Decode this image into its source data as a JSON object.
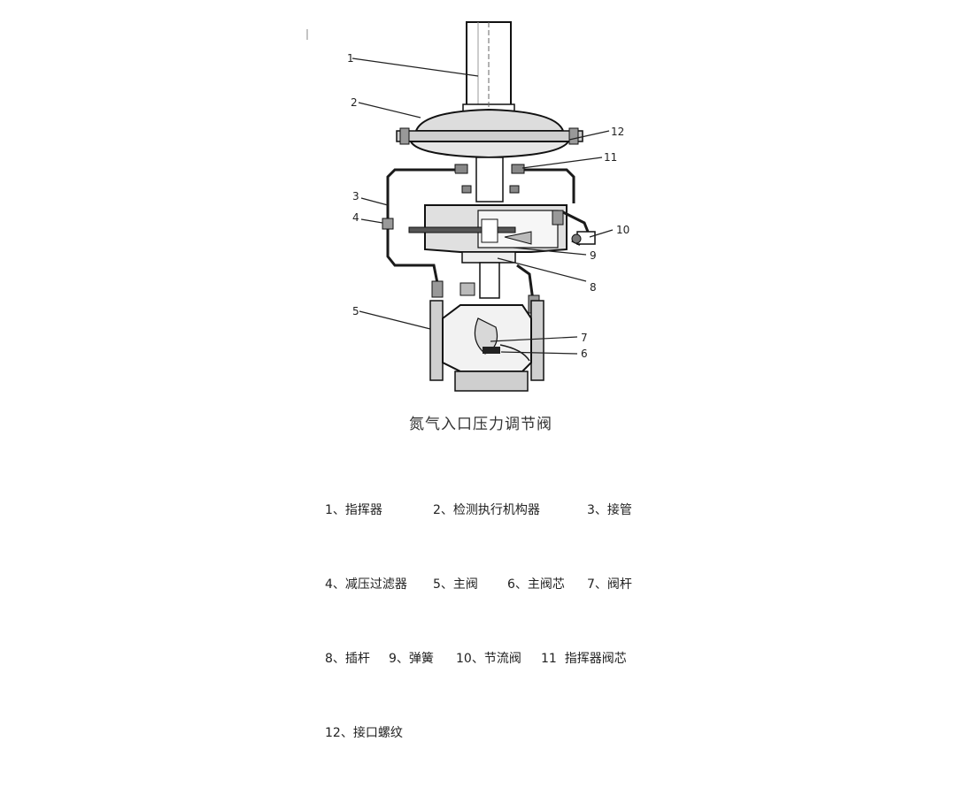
{
  "figure": {
    "title": "氮气入口压力调节阀",
    "callouts": [
      "1",
      "2",
      "3",
      "4",
      "5",
      "6",
      "7",
      "8",
      "9",
      "10",
      "11",
      "12"
    ],
    "legend_rows": [
      [
        "1、指挥器",
        "2、检测执行机构器",
        "3、接管"
      ],
      [
        "4、减压过滤器",
        "5、主阀",
        "6、主阀芯",
        "7、阀杆"
      ],
      [
        "8、插杆",
        "9、弹簧",
        "10、节流阀",
        "11  指挥器阀芯"
      ],
      [
        "12、接口螺纹"
      ]
    ]
  }
}
